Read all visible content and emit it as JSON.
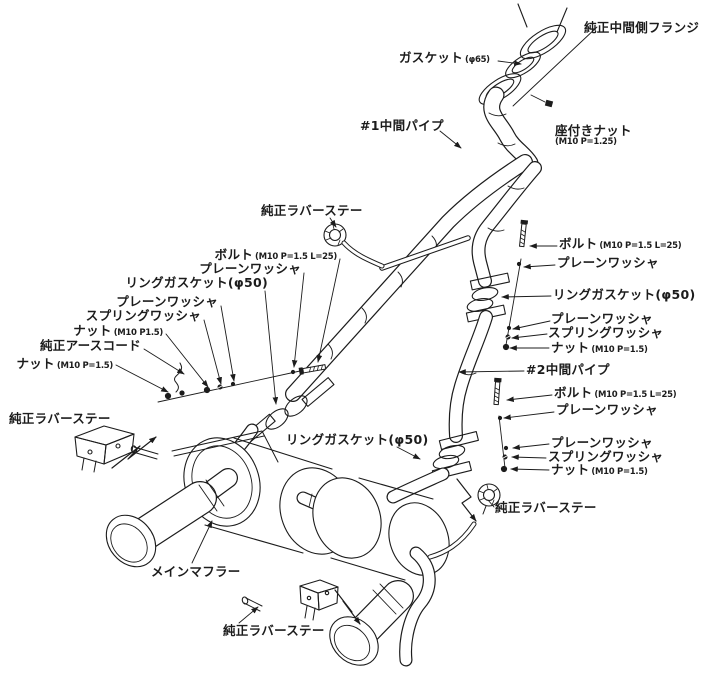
{
  "page": {
    "background": "#ffffff",
    "line_color": "#1c1c1c",
    "description": "Exhaust system installation parts diagram (exploded view, Japanese labels)"
  },
  "labels": [
    {
      "id": "oem-mid-flange",
      "main": "純正中間側フランジ"
    },
    {
      "id": "gasket-phi65",
      "main": "ガスケット",
      "spec": "(φ65)"
    },
    {
      "id": "pipe1",
      "main": "#1中間パイプ"
    },
    {
      "id": "seated-nut",
      "main": "座付きナット",
      "spec": "(M10 P=1.25)"
    },
    {
      "id": "oem-rubber-stay-upper",
      "main": "純正ラバーステー"
    },
    {
      "id": "bolt-left",
      "main": "ボルト",
      "spec": "(M10 P=1.5 L=25)"
    },
    {
      "id": "plain-washer-left-1",
      "main": "プレーンワッシャ"
    },
    {
      "id": "ring-gasket-left",
      "main": "リングガスケット(φ50)"
    },
    {
      "id": "plain-washer-left-2",
      "main": "プレーンワッシャ"
    },
    {
      "id": "spring-washer-left",
      "main": "スプリングワッシャ"
    },
    {
      "id": "nut-left-1",
      "main": "ナット",
      "spec": "(M10 P1.5)"
    },
    {
      "id": "oem-earth-cord",
      "main": "純正アースコード"
    },
    {
      "id": "nut-left-2",
      "main": "ナット",
      "spec": "(M10 P=1.5)"
    },
    {
      "id": "bolt-right-upper",
      "main": "ボルト",
      "spec": "(M10 P=1.5 L=25)"
    },
    {
      "id": "plain-washer-right-1",
      "main": "プレーンワッシャ"
    },
    {
      "id": "ring-gasket-right",
      "main": "リングガスケット(φ50)"
    },
    {
      "id": "plain-washer-right-2",
      "main": "プレーンワッシャ"
    },
    {
      "id": "spring-washer-right-1",
      "main": "スプリングワッシャ"
    },
    {
      "id": "nut-right-1",
      "main": "ナット",
      "spec": "(M10 P=1.5)"
    },
    {
      "id": "pipe2",
      "main": "#2中間パイプ"
    },
    {
      "id": "bolt-right-lower",
      "main": "ボルト",
      "spec": "(M10 P=1.5 L=25)"
    },
    {
      "id": "plain-washer-right-3",
      "main": "プレーンワッシャ"
    },
    {
      "id": "plain-washer-right-4",
      "main": "プレーンワッシャ"
    },
    {
      "id": "spring-washer-right-2",
      "main": "スプリングワッシャ"
    },
    {
      "id": "nut-right-2",
      "main": "ナット",
      "spec": "(M10 P=1.5)"
    },
    {
      "id": "oem-rubber-stay-right",
      "main": "純正ラバーステー"
    },
    {
      "id": "ring-gasket-center",
      "main": "リングガスケット(φ50)"
    },
    {
      "id": "oem-rubber-stay-left",
      "main": "純正ラバーステー"
    },
    {
      "id": "main-muffler",
      "main": "メインマフラー"
    },
    {
      "id": "oem-rubber-stay-bottom",
      "main": "純正ラバーステー"
    }
  ]
}
